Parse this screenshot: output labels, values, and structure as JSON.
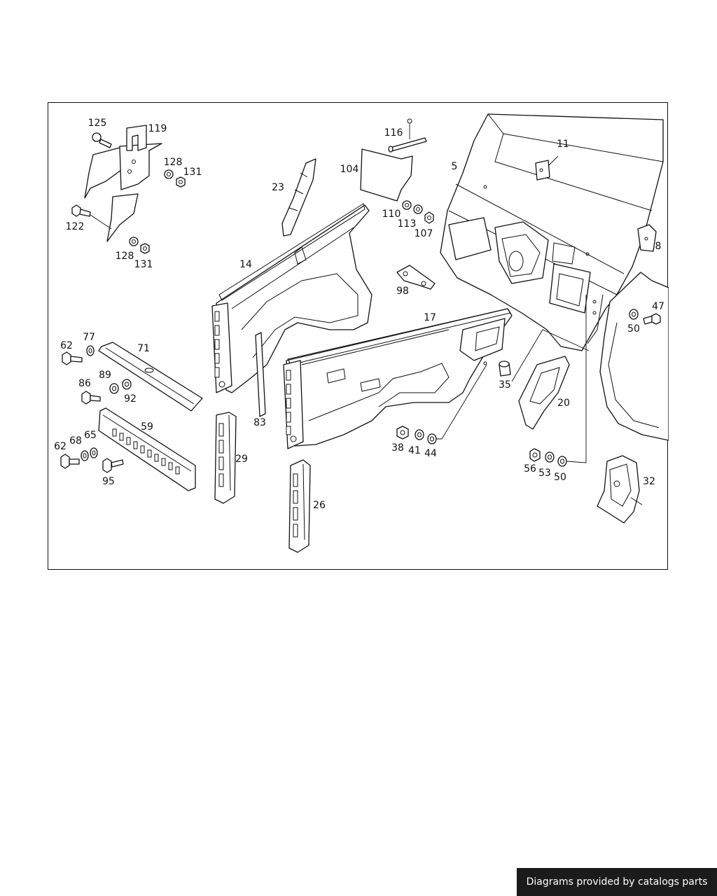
{
  "diagram": {
    "callouts": {
      "c125": "125",
      "c119": "119",
      "c128a": "128",
      "c131a": "131",
      "c122": "122",
      "c128b": "128",
      "c131b": "131",
      "c116": "116",
      "c104": "104",
      "c11": "11",
      "c5": "5",
      "c23": "23",
      "c110": "110",
      "c113": "113",
      "c107": "107",
      "c8": "8",
      "c14": "14",
      "c98": "98",
      "c17": "17",
      "c47": "47",
      "c50a": "50",
      "c62a": "62",
      "c77": "77",
      "c71": "71",
      "c89": "89",
      "c86": "86",
      "c92": "92",
      "c35": "35",
      "c20": "20",
      "c83": "83",
      "c59": "59",
      "c62b": "62",
      "c68": "68",
      "c65": "65",
      "c29": "29",
      "c38": "38",
      "c41": "41",
      "c44": "44",
      "c56": "56",
      "c53": "53",
      "c50b": "50",
      "c32": "32",
      "c95": "95",
      "c26": "26"
    }
  },
  "footer": {
    "credit": "Diagrams provided by catalogs parts"
  }
}
